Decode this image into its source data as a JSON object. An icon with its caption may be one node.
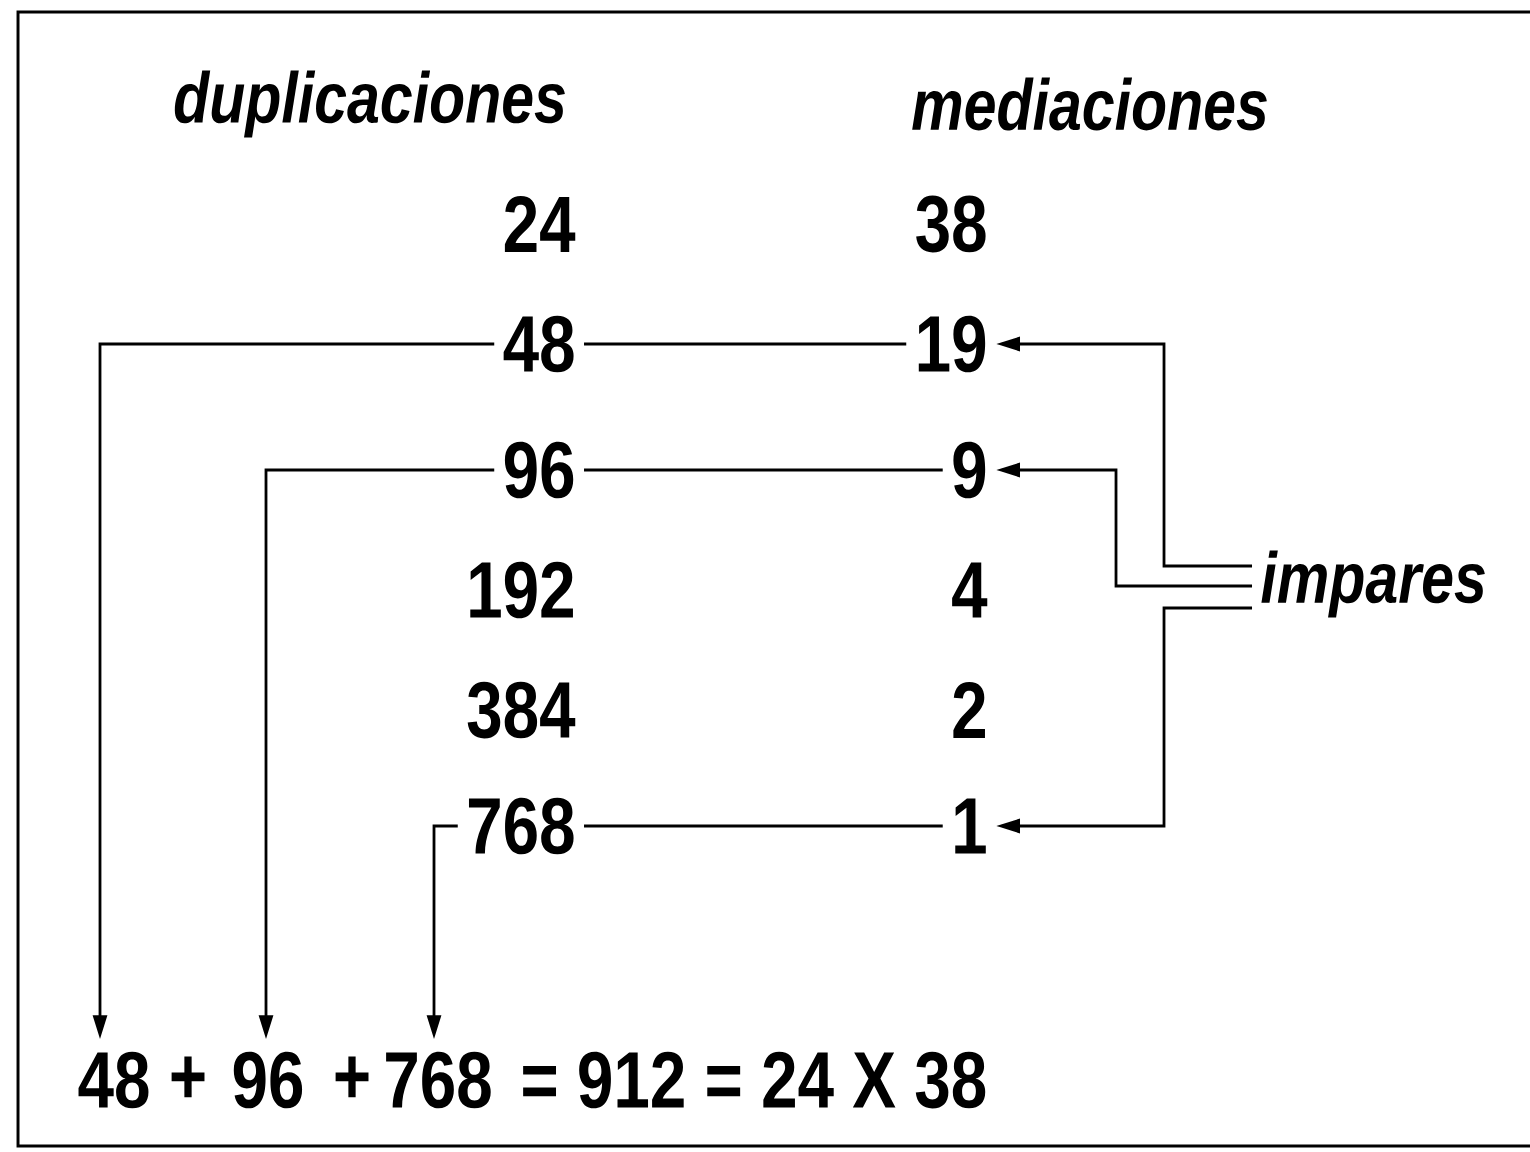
{
  "diagram": {
    "nodes": [
      {
        "text": [
          "24"
        ]
      },
      {
        "text": [
          "38"
        ]
      },
      {
        "text": [
          "48"
        ]
      },
      {
        "text": [
          "19"
        ]
      },
      {
        "text": [
          "96"
        ]
      },
      {
        "text": [
          "9"
        ]
      },
      {
        "text": [
          "192"
        ]
      },
      {
        "text": [
          "4"
        ]
      },
      {
        "text": [
          "384"
        ]
      },
      {
        "text": [
          "2"
        ]
      },
      {
        "text": [
          "768"
        ]
      },
      {
        "text": [
          "1"
        ]
      },
      {
        "text": [
          "impares"
        ]
      },
      {
        "text": [
          "48"
        ]
      },
      {
        "text": [
          "96"
        ]
      },
      {
        "text": [
          "768"
        ]
      }
    ],
    "edges": [
      {
        "from": 2,
        "to": 3,
        "arrow": "none"
      },
      {
        "from": 4,
        "to": 5,
        "arrow": "none"
      },
      {
        "from": 10,
        "to": 11,
        "arrow": "none"
      },
      {
        "from": 2,
        "to": 13,
        "arrow": "to"
      },
      {
        "from": 4,
        "to": 14,
        "arrow": "to"
      },
      {
        "from": 10,
        "to": 15,
        "arrow": "to"
      },
      {
        "from": 12,
        "to": 3,
        "arrow": "to"
      },
      {
        "from": 12,
        "to": 5,
        "arrow": "to"
      },
      {
        "from": 12,
        "to": 11,
        "arrow": "to"
      }
    ],
    "labels": [
      "duplicaciones",
      "mediaciones",
      "+",
      "+",
      "= 912 = 24 X 38"
    ]
  }
}
